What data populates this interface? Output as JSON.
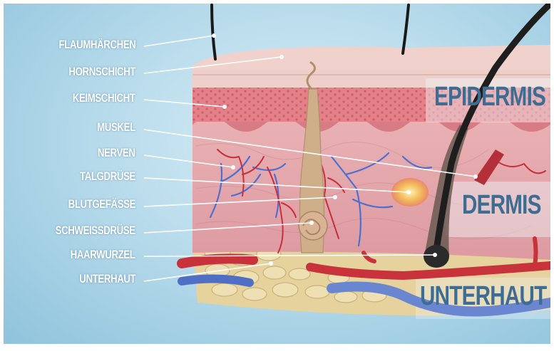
{
  "labels": [
    "FLAUMHÄRCHEN",
    "HORNSCHICHT",
    "KEIMSCHICHT",
    "MUSKEL",
    "NERVEN",
    "TALGDRÜSE",
    "BLUTGEFÄSSE",
    "SCHWEISSDRÜSE",
    "HAARWURZEL",
    "UNTERHAUT"
  ],
  "regions": {
    "epidermis": "EPIDERMIS",
    "dermis": "DERMIS",
    "unterhaut": "UNTERHAUT"
  },
  "colors": {
    "background": "#b9dcec",
    "horny_layer": "#f0cfc9",
    "germinal_layer": "#e07f86",
    "dermis": "#e5a3a8",
    "fat": "#ead7a3",
    "artery": "#c7323b",
    "vein": "#4f6fc4",
    "hair": "#222222",
    "region_text": "#3d6d92",
    "label_text": "#ffffff"
  }
}
